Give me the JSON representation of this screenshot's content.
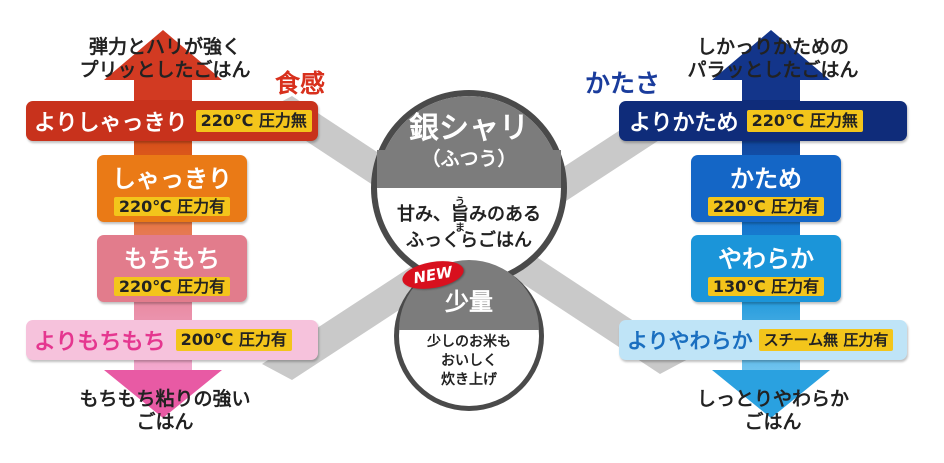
{
  "left": {
    "axis_label": "食感",
    "top_caption": [
      "弾力とハリが強く",
      "プリッとしたごはん"
    ],
    "bottom_caption": [
      "もちもち粘りの強い",
      "ごはん"
    ],
    "items": [
      {
        "name": "よりしゃっきり",
        "spec": "220℃ 圧力無"
      },
      {
        "name": "しゃっきり",
        "spec": "220℃ 圧力有"
      },
      {
        "name": "もちもち",
        "spec": "220℃ 圧力有"
      },
      {
        "name": "よりもちもち",
        "spec": "200℃ 圧力有"
      }
    ]
  },
  "right": {
    "axis_label": "かたさ",
    "top_caption": [
      "しかっりかための",
      "パラッとしたごはん"
    ],
    "bottom_caption": [
      "しっとりやわらか",
      "ごはん"
    ],
    "items": [
      {
        "name": "よりかため",
        "spec": "220℃ 圧力無"
      },
      {
        "name": "かため",
        "spec": "220℃ 圧力有"
      },
      {
        "name": "やわらか",
        "spec": "130℃ 圧力有"
      },
      {
        "name": "よりやわらか",
        "spec": "スチーム無 圧力有"
      }
    ]
  },
  "center": {
    "title": "銀シャリ",
    "subtitle": "（ふつう）",
    "desc_pre": "甘み、",
    "desc_ruby_base": "旨",
    "desc_ruby_text": "うま",
    "desc_post": "みのある",
    "desc_line2": "ふっくらごはん"
  },
  "small": {
    "badge": "NEW",
    "title": "少量",
    "desc": [
      "少しのお米も",
      "おいしく",
      "炊き上げ"
    ]
  },
  "colors": {
    "left_gradient": [
      "#c8321c",
      "#e8731a",
      "#e47f8f",
      "#f3b9d9"
    ],
    "right_gradient": [
      "#0f2c7a",
      "#1466c6",
      "#1b95d9",
      "#9fd6f2"
    ],
    "badge": "#d8101e",
    "tag": "#f3c51b"
  }
}
